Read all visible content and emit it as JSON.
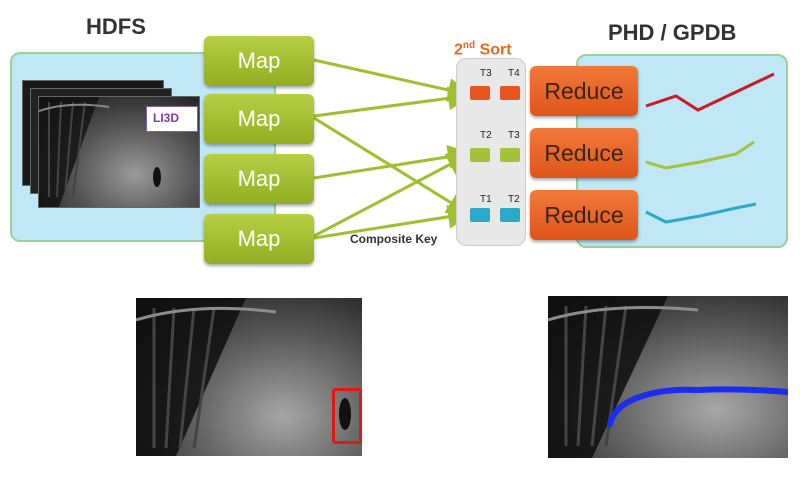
{
  "hdfs": {
    "title": "HDFS"
  },
  "phd": {
    "title": "PHD / GPDB"
  },
  "maps": [
    "Map",
    "Map",
    "Map",
    "Map"
  ],
  "sort": {
    "ordinal": "2",
    "suffix": "nd",
    "label": "Sort"
  },
  "composite_key": "Composite Key",
  "sort_rows": [
    {
      "left": "T3",
      "right": "T4",
      "color": "#e8541e"
    },
    {
      "left": "T2",
      "right": "T3",
      "color": "#a4c23a"
    },
    {
      "left": "T1",
      "right": "T2",
      "color": "#2aaac8"
    }
  ],
  "reduces": [
    "Reduce",
    "Reduce",
    "Reduce"
  ],
  "trend_colors": [
    "#cc1a22",
    "#a4c23a",
    "#2aaac8"
  ],
  "logo_text": "LI3D",
  "colors": {
    "map": "#9db82b",
    "reduce": "#e8601f",
    "arrow": "#9fbf2e",
    "panel": "#bfe7f6",
    "detection_box": "#e01818",
    "trajectory": "#1c2cf0"
  }
}
